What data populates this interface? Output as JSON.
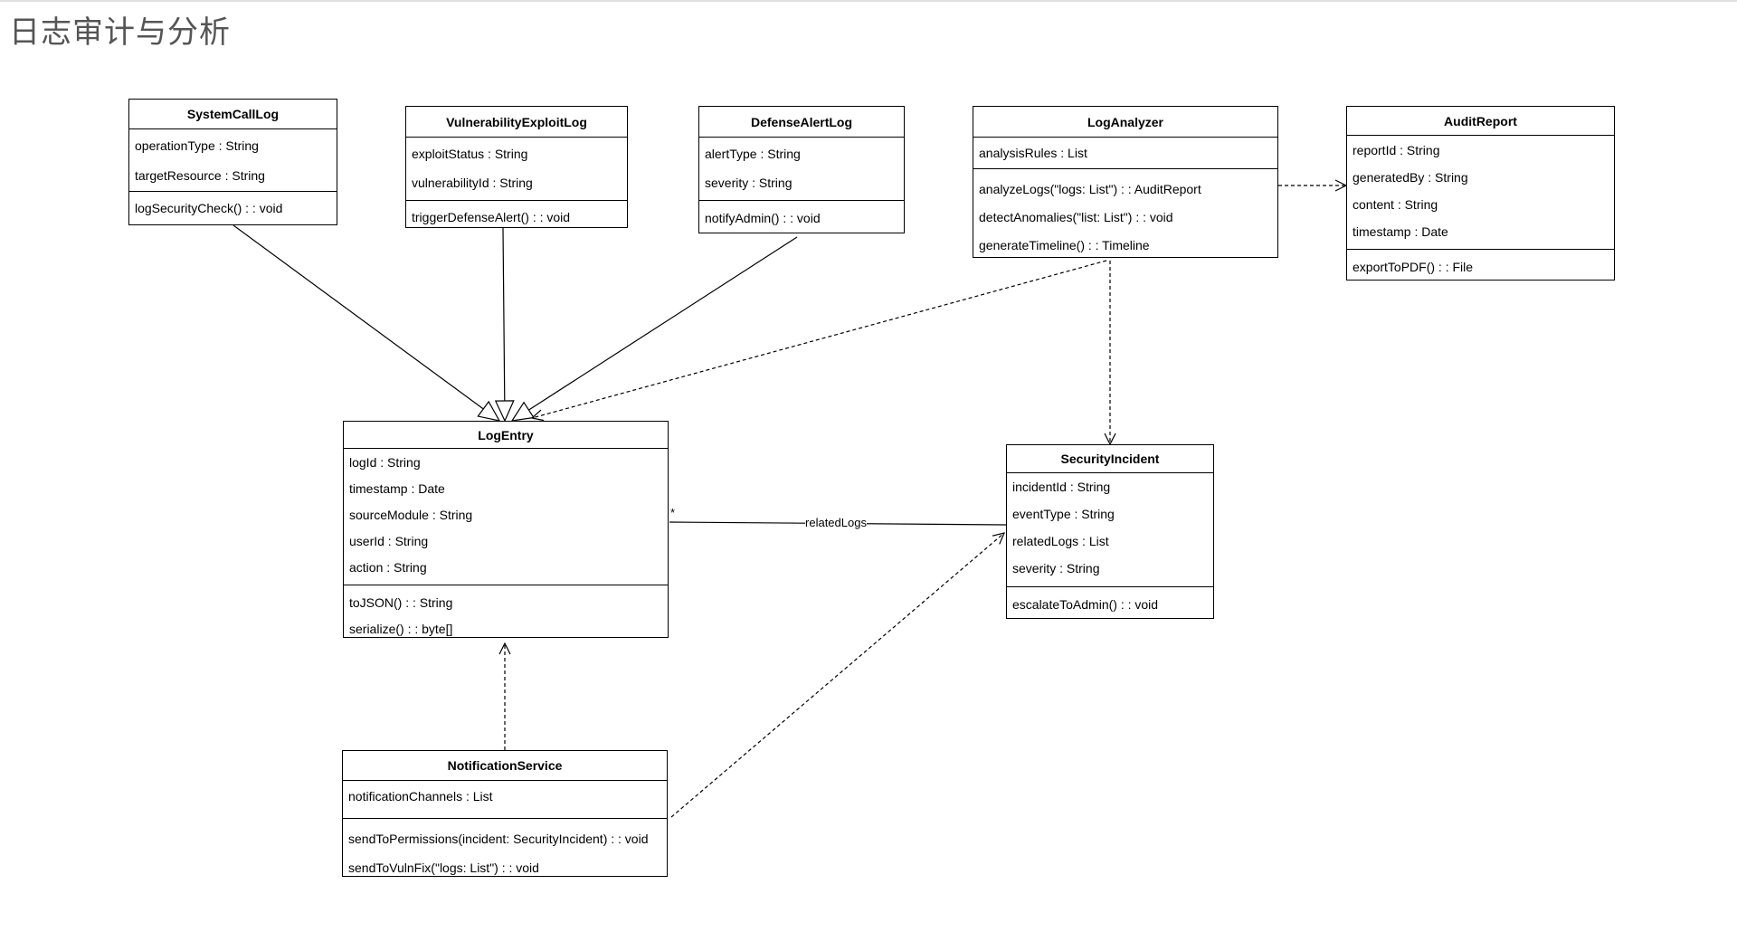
{
  "title": "日志审计与分析",
  "colors": {
    "stroke": "#000000",
    "title": "#555555",
    "background": "#ffffff"
  },
  "classes": {
    "SystemCallLog": {
      "name": "SystemCallLog",
      "attributes": [
        "operationType : String",
        "targetResource : String"
      ],
      "operations": [
        "logSecurityCheck() : : void"
      ]
    },
    "VulnerabilityExploitLog": {
      "name": "VulnerabilityExploitLog",
      "attributes": [
        "exploitStatus : String",
        "vulnerabilityId : String"
      ],
      "operations": [
        "triggerDefenseAlert() : : void"
      ]
    },
    "DefenseAlertLog": {
      "name": "DefenseAlertLog",
      "attributes": [
        "alertType : String",
        "severity : String"
      ],
      "operations": [
        "notifyAdmin() : : void"
      ]
    },
    "LogAnalyzer": {
      "name": "LogAnalyzer",
      "attributes": [
        "analysisRules : List"
      ],
      "operations": [
        "analyzeLogs(\"logs: List\") : : AuditReport",
        "detectAnomalies(\"list: List\") : : void",
        "generateTimeline() : : Timeline"
      ]
    },
    "AuditReport": {
      "name": "AuditReport",
      "attributes": [
        "reportId : String",
        "generatedBy : String",
        "content : String",
        "timestamp : Date"
      ],
      "operations": [
        "exportToPDF() : : File"
      ]
    },
    "LogEntry": {
      "name": "LogEntry",
      "attributes": [
        "logId : String",
        "timestamp : Date",
        "sourceModule : String",
        "userId : String",
        "action : String"
      ],
      "operations": [
        "toJSON() : : String",
        "serialize() : : byte[]"
      ]
    },
    "SecurityIncident": {
      "name": "SecurityIncident",
      "attributes": [
        "incidentId : String",
        "eventType : String",
        "relatedLogs : List",
        "severity : String"
      ],
      "operations": [
        "escalateToAdmin() : : void"
      ]
    },
    "NotificationService": {
      "name": "NotificationService",
      "attributes": [
        "notificationChannels : List"
      ],
      "operations": [
        "sendToPermissions(incident: SecurityIncident) : : void",
        "sendToVulnFix(\"logs: List\") : : void"
      ]
    }
  },
  "relations": [
    {
      "id": "syscall-logentry",
      "type": "generalization",
      "from": "SystemCallLog",
      "to": "LogEntry"
    },
    {
      "id": "vuln-logentry",
      "type": "generalization",
      "from": "VulnerabilityExploitLog",
      "to": "LogEntry"
    },
    {
      "id": "defense-logentry",
      "type": "generalization",
      "from": "DefenseAlertLog",
      "to": "LogEntry"
    },
    {
      "id": "analyzer-logentry",
      "type": "dependency",
      "from": "LogAnalyzer",
      "to": "LogEntry"
    },
    {
      "id": "analyzer-audit",
      "type": "dependency",
      "from": "LogAnalyzer",
      "to": "AuditReport"
    },
    {
      "id": "analyzer-incident",
      "type": "dependency",
      "from": "LogAnalyzer",
      "to": "SecurityIncident"
    },
    {
      "id": "notify-logentry",
      "type": "dependency",
      "from": "NotificationService",
      "to": "LogEntry"
    },
    {
      "id": "notify-incident",
      "type": "dependency",
      "from": "NotificationService",
      "to": "SecurityIncident"
    },
    {
      "id": "logentry-incident",
      "type": "association",
      "from": "LogEntry",
      "to": "SecurityIncident",
      "label": "relatedLogs",
      "multiplicity": "*"
    }
  ]
}
